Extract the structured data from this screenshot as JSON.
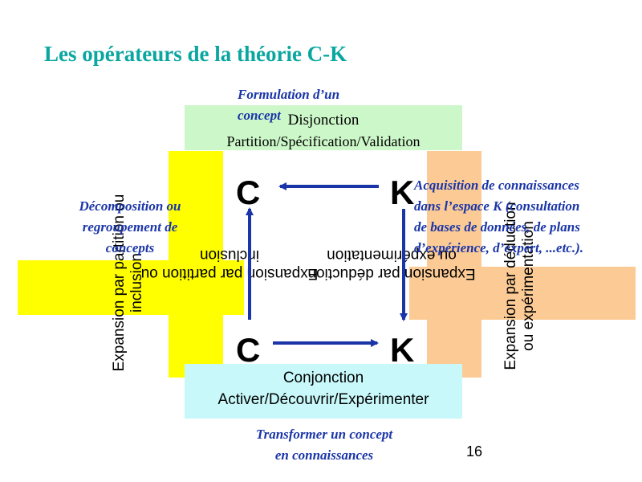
{
  "title": "Les opérateurs de la théorie C-K",
  "top_box": {
    "line1": "Disjonction",
    "line2": "Partition/Spécification/Validation"
  },
  "bottom_box": {
    "line1": "Conjonction",
    "line2": "Activer/Découvrir/Expérimenter"
  },
  "nodes": {
    "c_top": "C",
    "k_top": "K",
    "c_bottom": "C",
    "k_bottom": "K"
  },
  "left_vertical": {
    "line1": "Expansion par partition ou",
    "line2": "inclusion"
  },
  "left_horizontal": {
    "line1": "Expansion par partition ou",
    "line2": "inclusion"
  },
  "right_vertical": {
    "line1": "Expansion par déduction",
    "line2": "ou expérimentation"
  },
  "right_horizontal": {
    "line1": "Expansion par déduction",
    "line2": "ou expérimentation"
  },
  "annotations": {
    "formulation": [
      "Formulation d’un",
      "concept"
    ],
    "decomposition": [
      "Décomposition ou",
      "regroupement de",
      "concepts"
    ],
    "acquisition": [
      "Acquisition de connaissances",
      "dans l’espace K (consultation",
      "de bases de données, de  plans",
      "d’expérience, d’expert, ...etc.)."
    ],
    "transformer": [
      "Transformer un concept",
      "en  connaissances"
    ]
  },
  "page_number": "16",
  "colors": {
    "title": "#0aa6a0",
    "green_box": "#ccf7c8",
    "cyan_box": "#c8f8fa",
    "yellow": "#ffff00",
    "orange": "#fccb95",
    "arrow": "#1a35a8",
    "annotation": "#1a35a8"
  }
}
